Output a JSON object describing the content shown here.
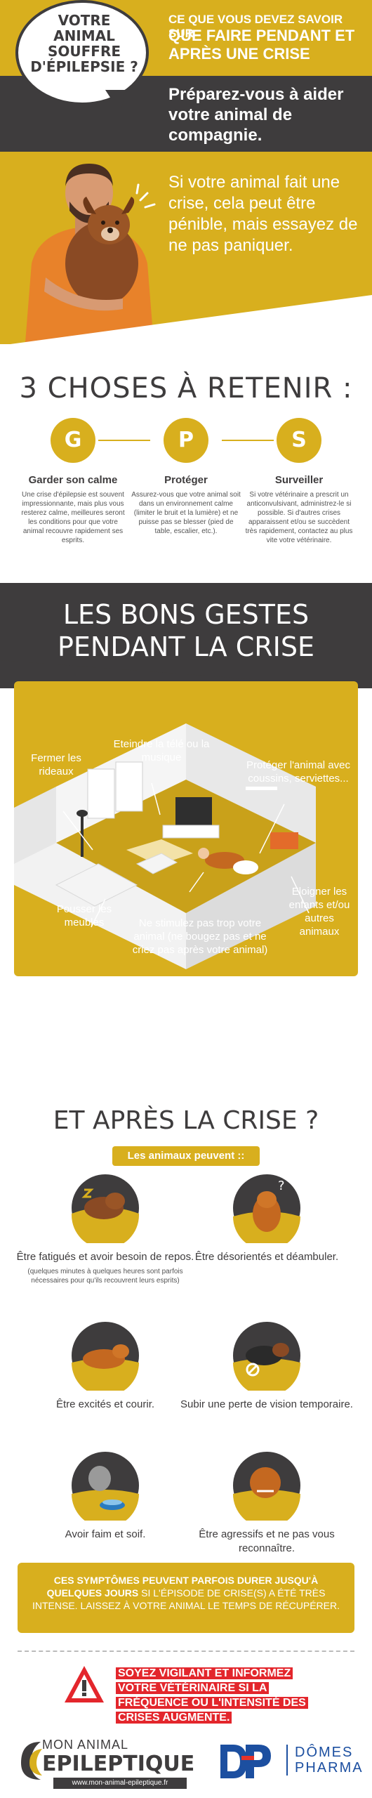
{
  "header": {
    "bubble_title": "Votre animal souffre d'épilepsie ?",
    "subtitle_line1": "Ce que vous devez savoir sur",
    "subtitle_line2": "que faire pendant et après une crise",
    "prepare": "Préparez-vous à aider votre animal de compagnie.",
    "paragraph": "Si votre animal fait une crise, cela peut être pénible, mais essayez de ne pas paniquer."
  },
  "three": {
    "title": "3 choses à retenir :",
    "items": [
      {
        "letter": "G",
        "title": "Garder son calme",
        "text": "Une crise d'épilepsie est souvent impressionnante, mais plus vous resterez calme, meilleures seront les conditions pour que votre animal recouvre rapidement ses esprits."
      },
      {
        "letter": "P",
        "title": "Protéger",
        "text": "Assurez-vous que votre animal soit dans un environnement calme (limiter le bruit et la lumière) et ne puisse pas se blesser (pied de table, escalier, etc.)."
      },
      {
        "letter": "S",
        "title": "Surveiller",
        "text": "Si votre vétérinaire a prescrit un anticonvulsivant, administrez-le si possible. Si d'autres crises apparaissent et/ou se succèdent très rapidement, contactez au plus vite votre vétérinaire."
      }
    ]
  },
  "gestes": {
    "title_line1": "Les bons gestes",
    "title_line2": "pendant la crise",
    "labels": {
      "rideaux": "Fermer les rideaux",
      "tele": "Eteindre la télé ou la musique",
      "proteger": "Protéger l'animal avec coussins, serviettes...",
      "meubles": "Pousser les meubles",
      "enfants": "Eloigner les enfants et/ou autres animaux",
      "stimulez": "Ne stimulez pas trop votre animal (ne bougez pas et ne criez pas après votre animal)"
    }
  },
  "apres": {
    "title": "Et après la crise ?",
    "badge": "Les animaux peuvent ::",
    "symptoms": [
      {
        "text": "Être fatigués et avoir besoin de repos.",
        "note": "(quelques minutes à quelques heures sont parfois nécessaires pour qu'ils recouvrent leurs esprits)"
      },
      {
        "text": "Être désorientés et déambuler.",
        "note": ""
      },
      {
        "text": "Être excités et courir.",
        "note": ""
      },
      {
        "text": "Subir une perte de vision temporaire.",
        "note": ""
      },
      {
        "text": "Avoir faim et soif.",
        "note": ""
      },
      {
        "text": "Être agressifs et ne pas vous reconnaître.",
        "note": ""
      }
    ],
    "durer_bold": "Ces symptômes peuvent parfois durer jusqu'à quelques jours",
    "durer_rest": " si l'épisode de crise(s) a été très intense. Laissez à votre animal le temps de récupérer."
  },
  "warning": {
    "text": "Soyez vigilant et informez votre vétérinaire si la fréquence ou l'intensité des crises augmente."
  },
  "footer": {
    "brand_line1": "Mon animal",
    "brand_line2": "Epileptique",
    "url": "www.mon-animal-epileptique.fr",
    "partner_line1": "DÔMES",
    "partner_line2": "PHARMA"
  },
  "colors": {
    "yellow": "#d8af1e",
    "dark": "#3e3c3d",
    "red": "#e3262c",
    "blue": "#1c4fa0"
  }
}
